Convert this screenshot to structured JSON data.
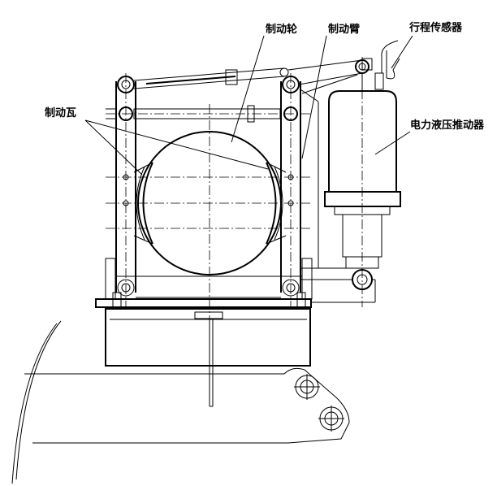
{
  "labels": {
    "brake_wheel": "制动轮",
    "brake_arm": "制动臂",
    "travel_sensor": "行程传感器",
    "brake_shoe": "制动瓦",
    "hydraulic_pusher": "电力液压推动器"
  }
}
